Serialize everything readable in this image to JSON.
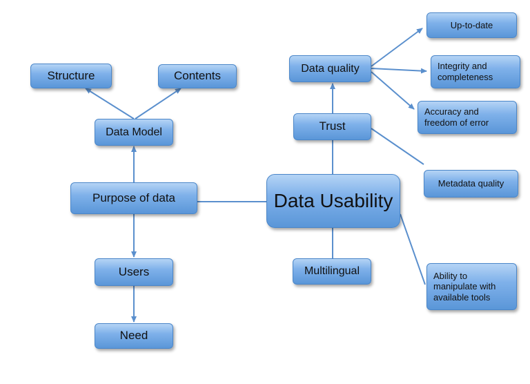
{
  "nodes": {
    "structure": "Structure",
    "contents": "Contents",
    "data_model": "Data Model",
    "purpose": "Purpose of data",
    "users": "Users",
    "need": "Need",
    "data_usability": "Data Usability",
    "trust": "Trust",
    "data_quality": "Data quality",
    "multilingual": "Multilingual",
    "up_to_date": "Up-to-date",
    "integrity": "Integrity and completeness",
    "accuracy": "Accuracy and freedom of error",
    "metadata": "Metadata quality",
    "ability": "Ability to manipulate with available tools"
  },
  "colors": {
    "node_top": "#b5d4f5",
    "node_bottom": "#5a96d8",
    "node_border": "#4a86c9",
    "connector": "#5a8fcd"
  }
}
